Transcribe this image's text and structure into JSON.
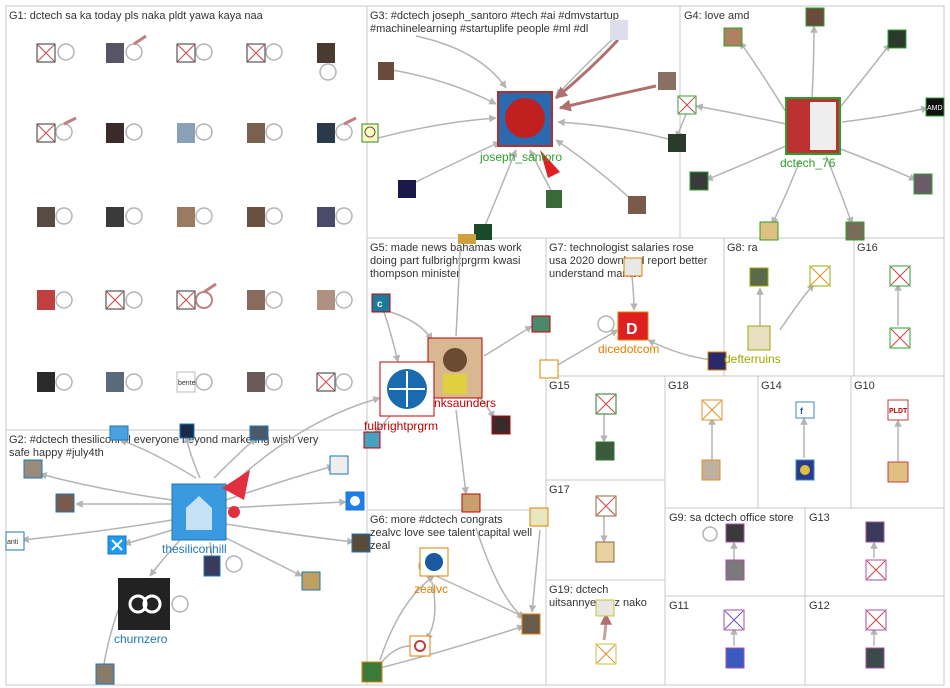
{
  "groups": [
    {
      "id": "G1",
      "lines": [
        "G1: dctech sa ka today pls naka pldt yawa kaya naa"
      ]
    },
    {
      "id": "G2",
      "lines": [
        "G2: #dctech thesiliconhill everyone beyond marketing wish very",
        "safe happy #july4th"
      ]
    },
    {
      "id": "G3",
      "lines": [
        "G3: #dctech joseph_santoro #tech #ai #dmvstartup",
        "#machinelearning #startuplife people #ml #dl"
      ]
    },
    {
      "id": "G4",
      "lines": [
        "G4: love amd"
      ]
    },
    {
      "id": "G5",
      "lines": [
        "G5: made news bahamas work",
        "doing part fulbrightprgrm kwasi",
        "thompson minister"
      ]
    },
    {
      "id": "G6",
      "lines": [
        "G6: more #dctech congrats",
        "zealvc love see talent capital well",
        "zeal"
      ]
    },
    {
      "id": "G7",
      "lines": [
        "G7: technologist salaries rose",
        "usa 2020 download report better",
        "understand market"
      ]
    },
    {
      "id": "G8",
      "lines": [
        "G8: ra"
      ]
    },
    {
      "id": "G9",
      "lines": [
        "G9: sa dctech office store"
      ]
    },
    {
      "id": "G10",
      "lines": [
        "G10"
      ]
    },
    {
      "id": "G11",
      "lines": [
        "G11"
      ]
    },
    {
      "id": "G12",
      "lines": [
        "G12"
      ]
    },
    {
      "id": "G13",
      "lines": [
        "G13"
      ]
    },
    {
      "id": "G14",
      "lines": [
        "G14"
      ]
    },
    {
      "id": "G15",
      "lines": [
        "G15"
      ]
    },
    {
      "id": "G16",
      "lines": [
        "G16"
      ]
    },
    {
      "id": "G17",
      "lines": [
        "G17"
      ]
    },
    {
      "id": "G18",
      "lines": [
        "G18"
      ]
    },
    {
      "id": "G19",
      "lines": [
        "G19: dctech",
        "uitsannyeongz nako"
      ]
    }
  ],
  "hub_labels": {
    "joseph_santoro": "joseph_santoro",
    "dctech_76": "dctech_76",
    "thesiliconhill": "thesiliconhill",
    "churnzero": "churnzero",
    "aaronksaunders": "aaronksaunders",
    "fulbrightprgrm": "fulbrightprgrm",
    "dicedotcom": "dicedotcom",
    "defterruins": "defterruins",
    "zealvc": "zealvc"
  },
  "small_text": {
    "anti": "anti",
    "amd": "AMD",
    "pldt": "PLDT",
    "bentel": "bentel"
  },
  "colors": {
    "group_border": "#c8c8c8",
    "edge_gray": "#b4b4b4",
    "edge_red": "#b07070",
    "label_green": "#2ca02c",
    "label_blue": "#1f77b4",
    "label_red": "#c00000",
    "label_orange": "#e08000",
    "label_olive": "#9aa800"
  }
}
